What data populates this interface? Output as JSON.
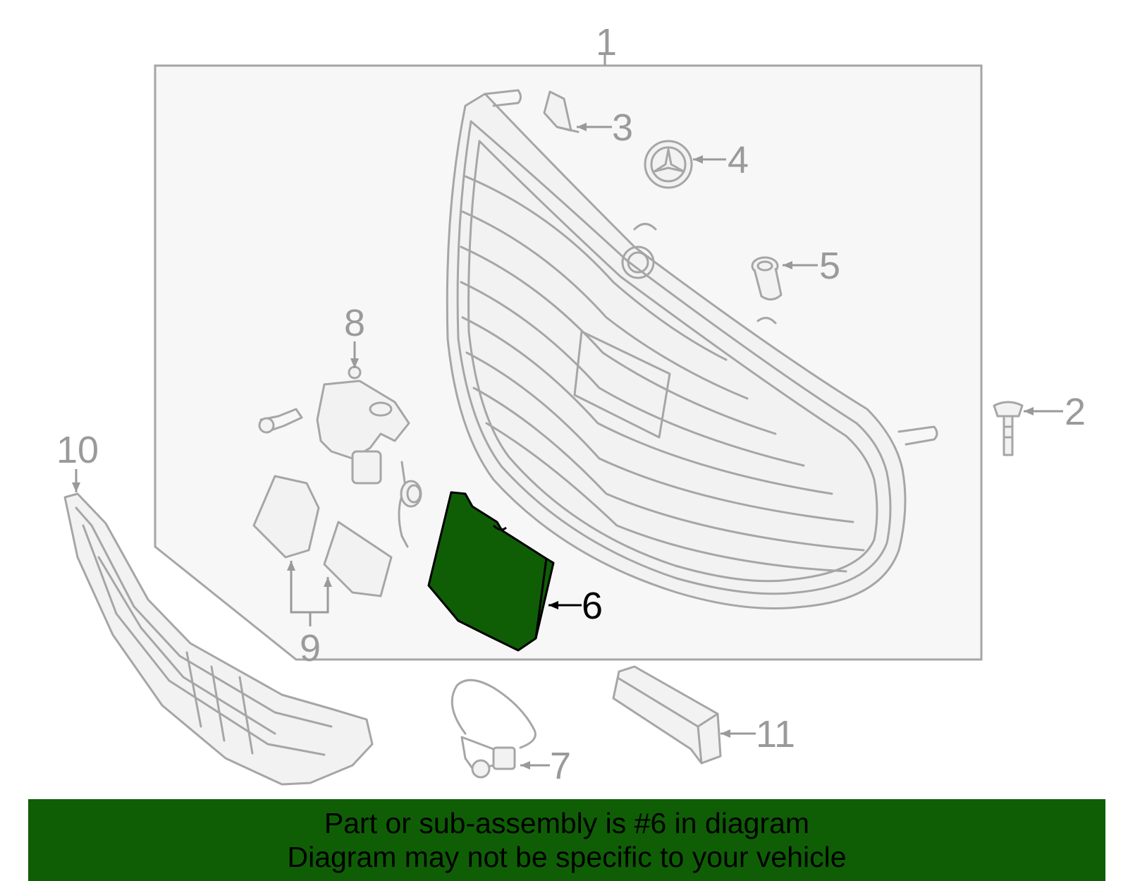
{
  "callouts": {
    "n1": "1",
    "n2": "2",
    "n3": "3",
    "n4": "4",
    "n5": "5",
    "n6": "6",
    "n7": "7",
    "n8": "8",
    "n9": "9",
    "n10": "10",
    "n11": "11"
  },
  "highlighted_part": "6",
  "colors": {
    "highlight": "#0f5e06",
    "banner": "#0f5e06",
    "line_art": "#a6a6a6",
    "panel": "#f7f7f7"
  },
  "banner": {
    "line1": "Part or sub-assembly is #6 in diagram",
    "line2": "Diagram may not be specific to your vehicle"
  }
}
